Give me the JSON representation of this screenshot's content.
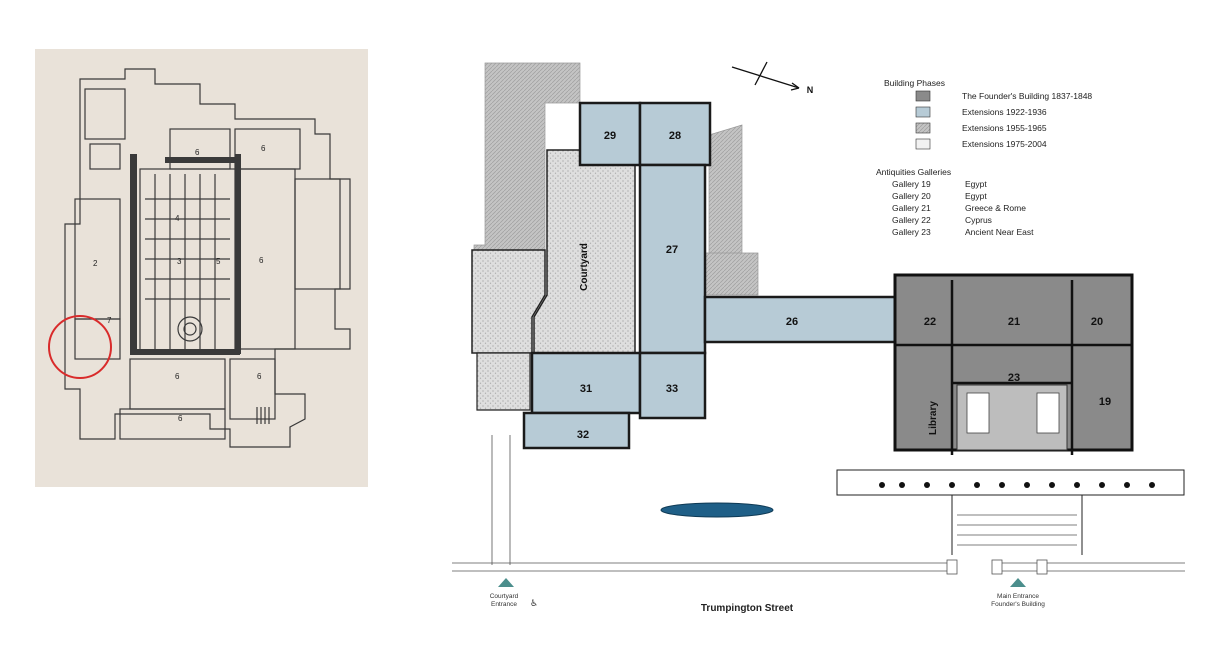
{
  "colors": {
    "paper": "#e9e2d9",
    "founders": "#8a8a8a",
    "ext_1922": "#b7cbd6",
    "ext_1955": "#dcdcdc",
    "ext_1975": "#f2f2f2",
    "grey_irregular": "#b8b8b8",
    "highlight_ring": "#d92b2b",
    "marker_ellipse": "#1f5f87",
    "entrance_triangle": "#4b8e8c"
  },
  "left_plan": {
    "room_labels": [
      "6",
      "6",
      "4",
      "3",
      "5",
      "6",
      "2",
      "7",
      "6",
      "6",
      "6"
    ]
  },
  "right_plan": {
    "north_label": "N",
    "courtyard_label": "Courtyard",
    "library_label": "Library",
    "rooms": [
      "29",
      "28",
      "27",
      "26",
      "31",
      "33",
      "32",
      "22",
      "21",
      "20",
      "23",
      "19"
    ],
    "legend": {
      "phases_title": "Building Phases",
      "phases": [
        {
          "label": "The Founder's Building 1837-1848",
          "swatch": "founders"
        },
        {
          "label": "Extensions 1922-1936",
          "swatch": "ext_1922"
        },
        {
          "label": "Extensions 1955-1965",
          "swatch": "ext_1955"
        },
        {
          "label": "Extensions 1975-2004",
          "swatch": "ext_1975"
        }
      ],
      "galleries_title": "Antiquities Galleries",
      "galleries": [
        {
          "gallery": "Gallery 19",
          "name": "Egypt"
        },
        {
          "gallery": "Gallery 20",
          "name": "Egypt"
        },
        {
          "gallery": "Gallery 21",
          "name": "Greece & Rome"
        },
        {
          "gallery": "Gallery 22",
          "name": "Cyprus"
        },
        {
          "gallery": "Gallery 23",
          "name": "Ancient Near East"
        }
      ]
    },
    "street": "Trumpington Street",
    "courtyard_entrance": [
      "Courtyard",
      "Entrance"
    ],
    "accessible_icon": "wheelchair-icon",
    "main_entrance": [
      "Main Entrance",
      "Founder's Building"
    ]
  }
}
